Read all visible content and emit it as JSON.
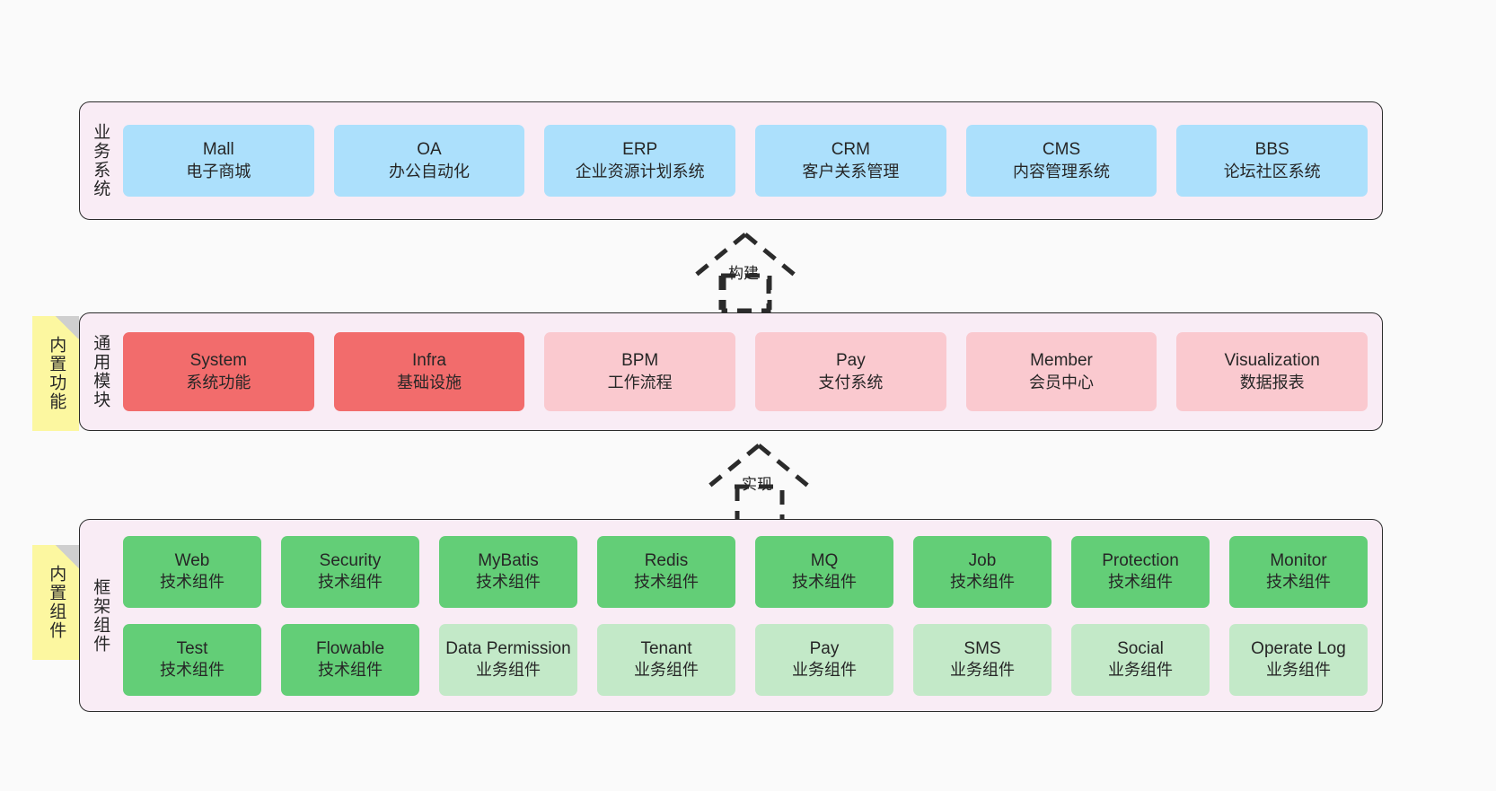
{
  "diagram": {
    "title": "",
    "colors": {
      "canvas_bg": "#fafafa",
      "panel_bg": "#f9ecf5",
      "panel_border": "#2b2b2b",
      "business_blue": "#ace0fc",
      "module_red": "#f26c6c",
      "module_pink": "#fac9cf",
      "component_green": "#63ce77",
      "component_green_light": "#c3e9c8",
      "sticky_yellow": "#fcf7a0",
      "text": "#262626"
    }
  },
  "layers": {
    "business": {
      "title": "业务系统",
      "cards": [
        {
          "en": "Mall",
          "cn": "电子商城"
        },
        {
          "en": "OA",
          "cn": "办公自动化"
        },
        {
          "en": "ERP",
          "cn": "企业资源计划系统"
        },
        {
          "en": "CRM",
          "cn": "客户关系管理"
        },
        {
          "en": "CMS",
          "cn": "内容管理系统"
        },
        {
          "en": "BBS",
          "cn": "论坛社区系统"
        }
      ]
    },
    "modules": {
      "title": "通用模块",
      "sticky": "内置功能",
      "cards": [
        {
          "en": "System",
          "cn": "系统功能",
          "tone": "strong"
        },
        {
          "en": "Infra",
          "cn": "基础设施",
          "tone": "strong"
        },
        {
          "en": "BPM",
          "cn": "工作流程",
          "tone": "light"
        },
        {
          "en": "Pay",
          "cn": "支付系统",
          "tone": "light"
        },
        {
          "en": "Member",
          "cn": "会员中心",
          "tone": "light"
        },
        {
          "en": "Visualization",
          "cn": "数据报表",
          "tone": "light"
        }
      ]
    },
    "framework": {
      "title": "框架组件",
      "sticky": "内置组件",
      "row_tech": [
        {
          "en": "Web",
          "cn": "技术组件"
        },
        {
          "en": "Security",
          "cn": "技术组件"
        },
        {
          "en": "MyBatis",
          "cn": "技术组件"
        },
        {
          "en": "Redis",
          "cn": "技术组件"
        },
        {
          "en": "MQ",
          "cn": "技术组件"
        },
        {
          "en": "Job",
          "cn": "技术组件"
        },
        {
          "en": "Protection",
          "cn": "技术组件"
        },
        {
          "en": "Monitor",
          "cn": "技术组件"
        }
      ],
      "row_business": [
        {
          "en": "Test",
          "cn": "技术组件",
          "tone": "strong"
        },
        {
          "en": "Flowable",
          "cn": "技术组件",
          "tone": "strong"
        },
        {
          "en": "Data Permission",
          "cn": "业务组件",
          "tone": "light"
        },
        {
          "en": "Tenant",
          "cn": "业务组件",
          "tone": "light"
        },
        {
          "en": "Pay",
          "cn": "业务组件",
          "tone": "light"
        },
        {
          "en": "SMS",
          "cn": "业务组件",
          "tone": "light"
        },
        {
          "en": "Social",
          "cn": "业务组件",
          "tone": "light"
        },
        {
          "en": "Operate Log",
          "cn": "业务组件",
          "tone": "light"
        }
      ]
    }
  },
  "connectors": [
    {
      "label": "构建",
      "from": "通用模块",
      "to": "业务系统"
    },
    {
      "label": "实现",
      "from": "框架组件",
      "to": "通用模块"
    }
  ]
}
